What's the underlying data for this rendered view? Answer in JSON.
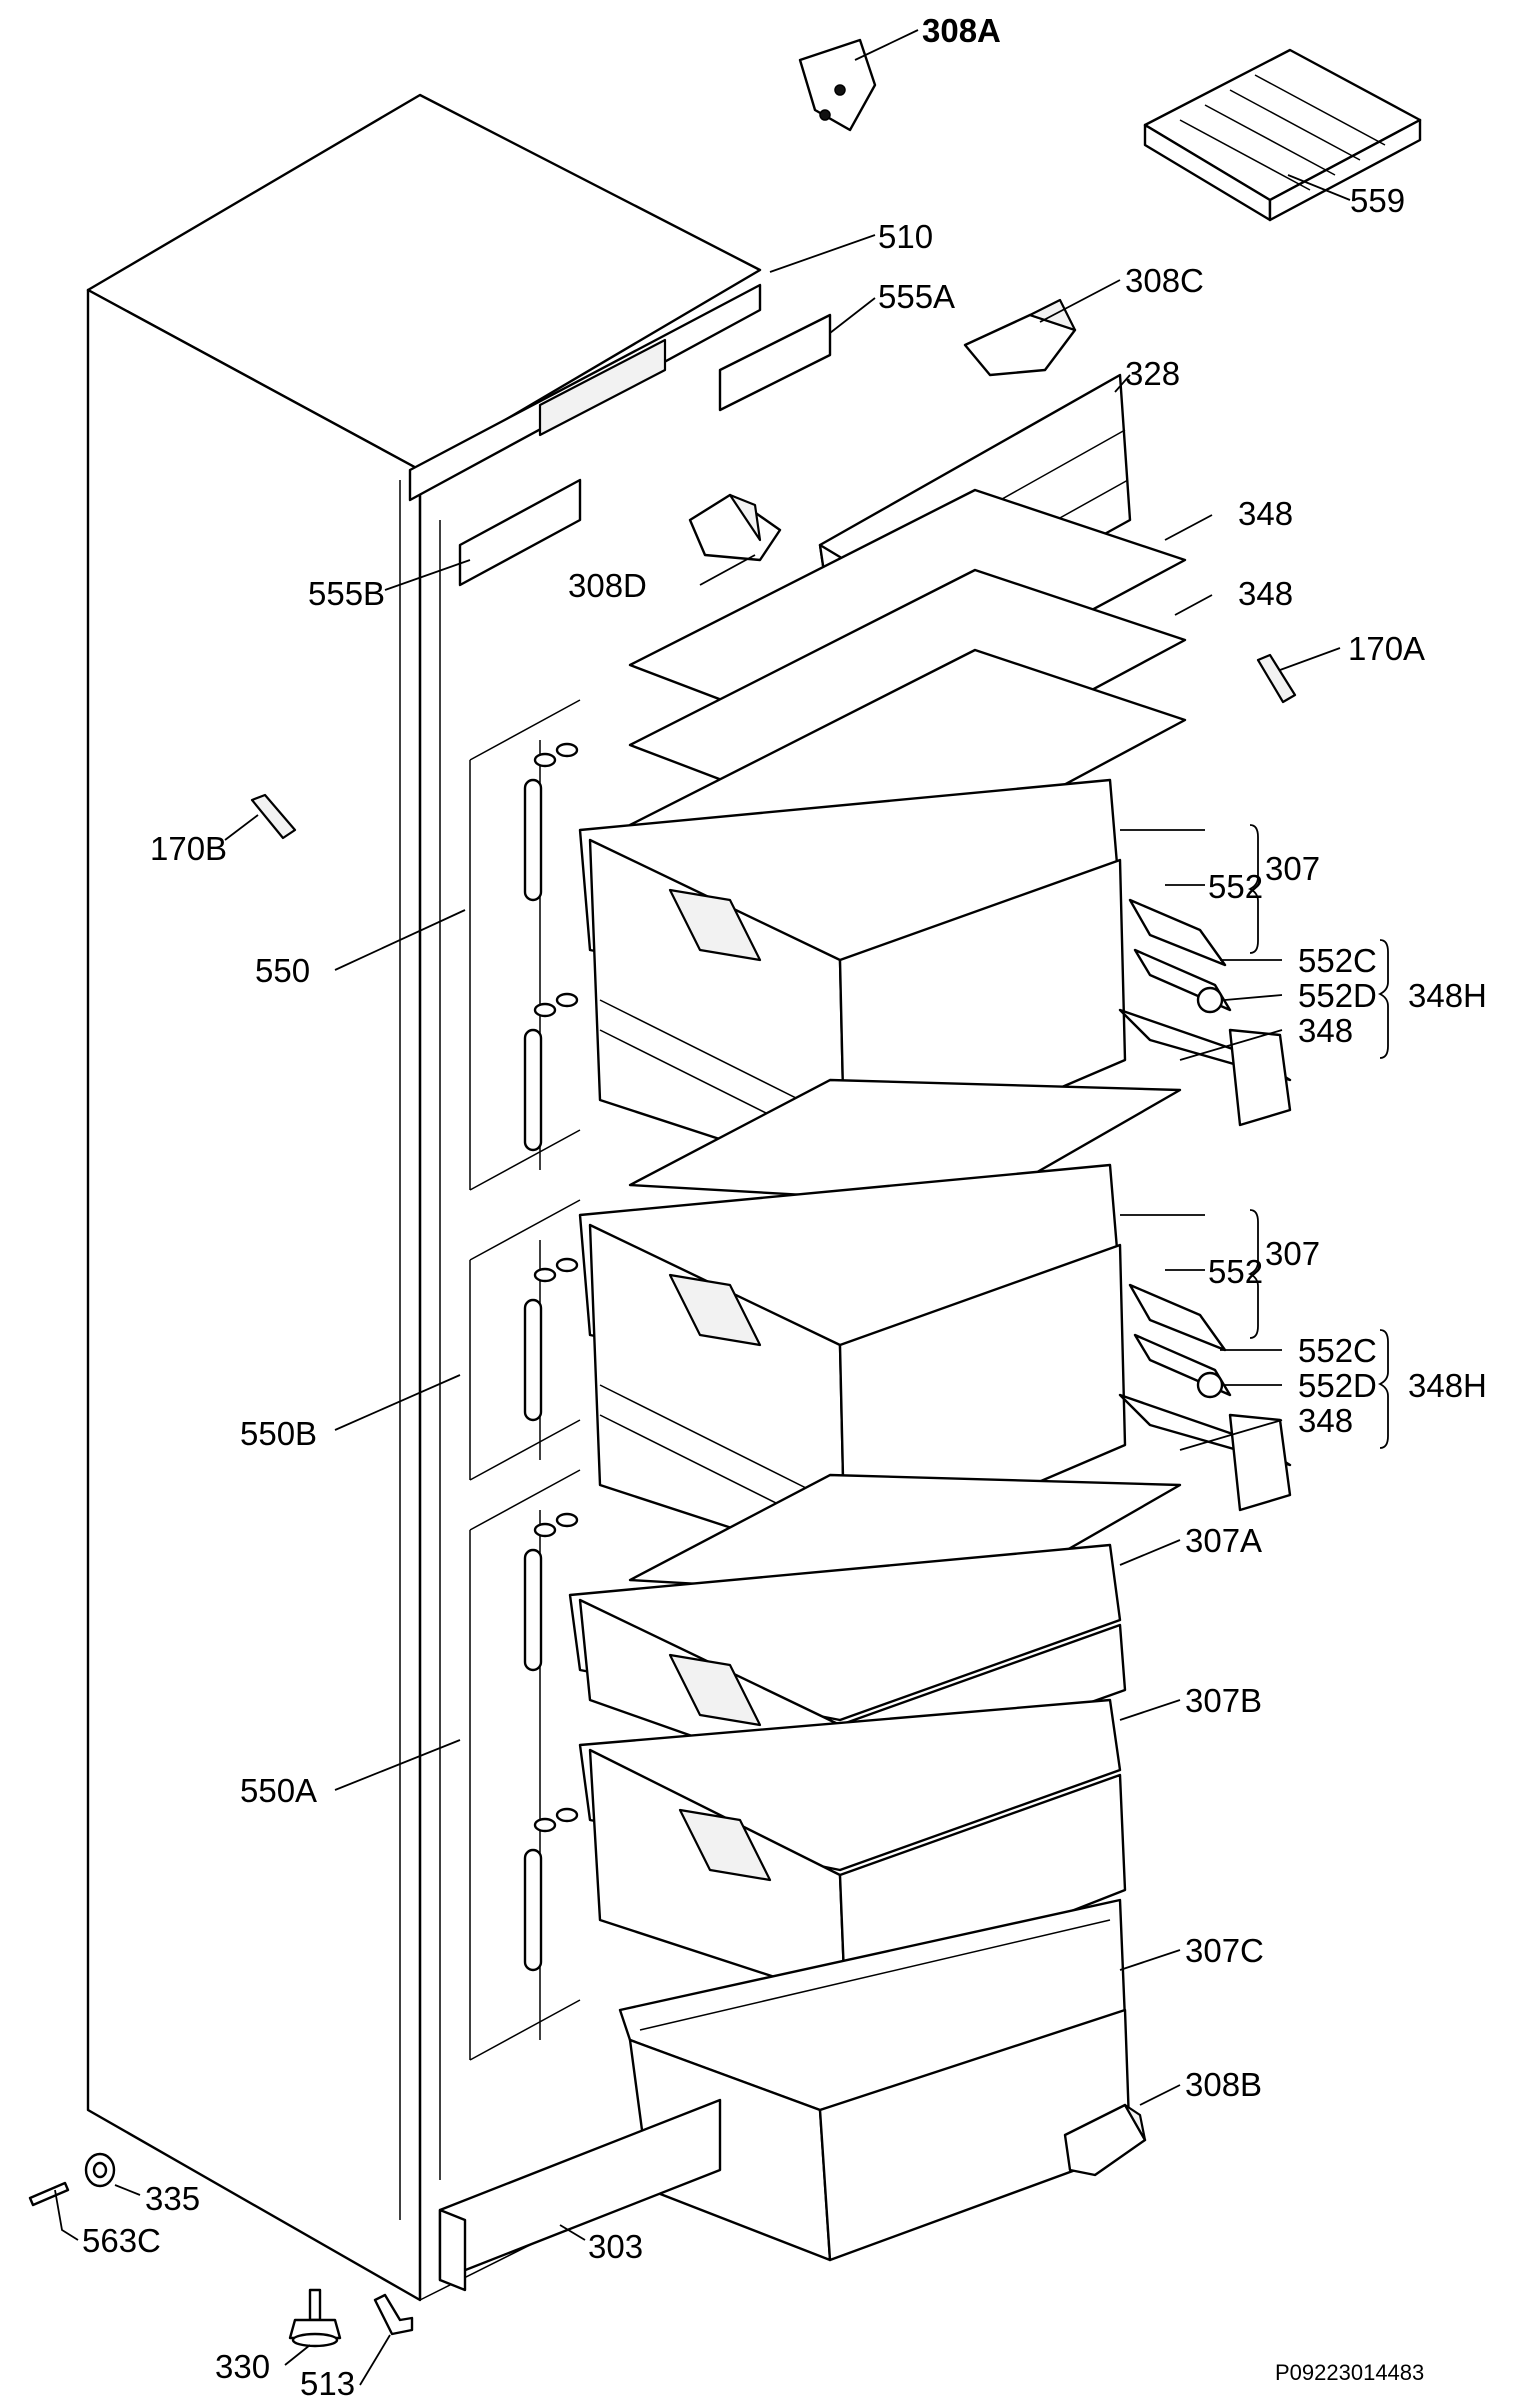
{
  "diagram": {
    "code": "P09223014483",
    "labels": {
      "l308A": "308A",
      "l559": "559",
      "l510": "510",
      "l555A": "555A",
      "l308C": "308C",
      "l328": "328",
      "l348_1": "348",
      "l348_2": "348",
      "l170A": "170A",
      "l308D": "308D",
      "l555B": "555B",
      "l170B": "170B",
      "l307_1": "307",
      "l552_1": "552",
      "l552C_1": "552C",
      "l552D_1": "552D",
      "l348H_1": "348H",
      "l348_3": "348",
      "l550": "550",
      "l307_2": "307",
      "l552_2": "552",
      "l552C_2": "552C",
      "l552D_2": "552D",
      "l348H_2": "348H",
      "l348_4": "348",
      "l550B": "550B",
      "l307A": "307A",
      "l307B": "307B",
      "l550A": "550A",
      "l307C": "307C",
      "l308B": "308B",
      "l335": "335",
      "l563C": "563C",
      "l330": "330",
      "l513": "513",
      "l303": "303"
    }
  }
}
